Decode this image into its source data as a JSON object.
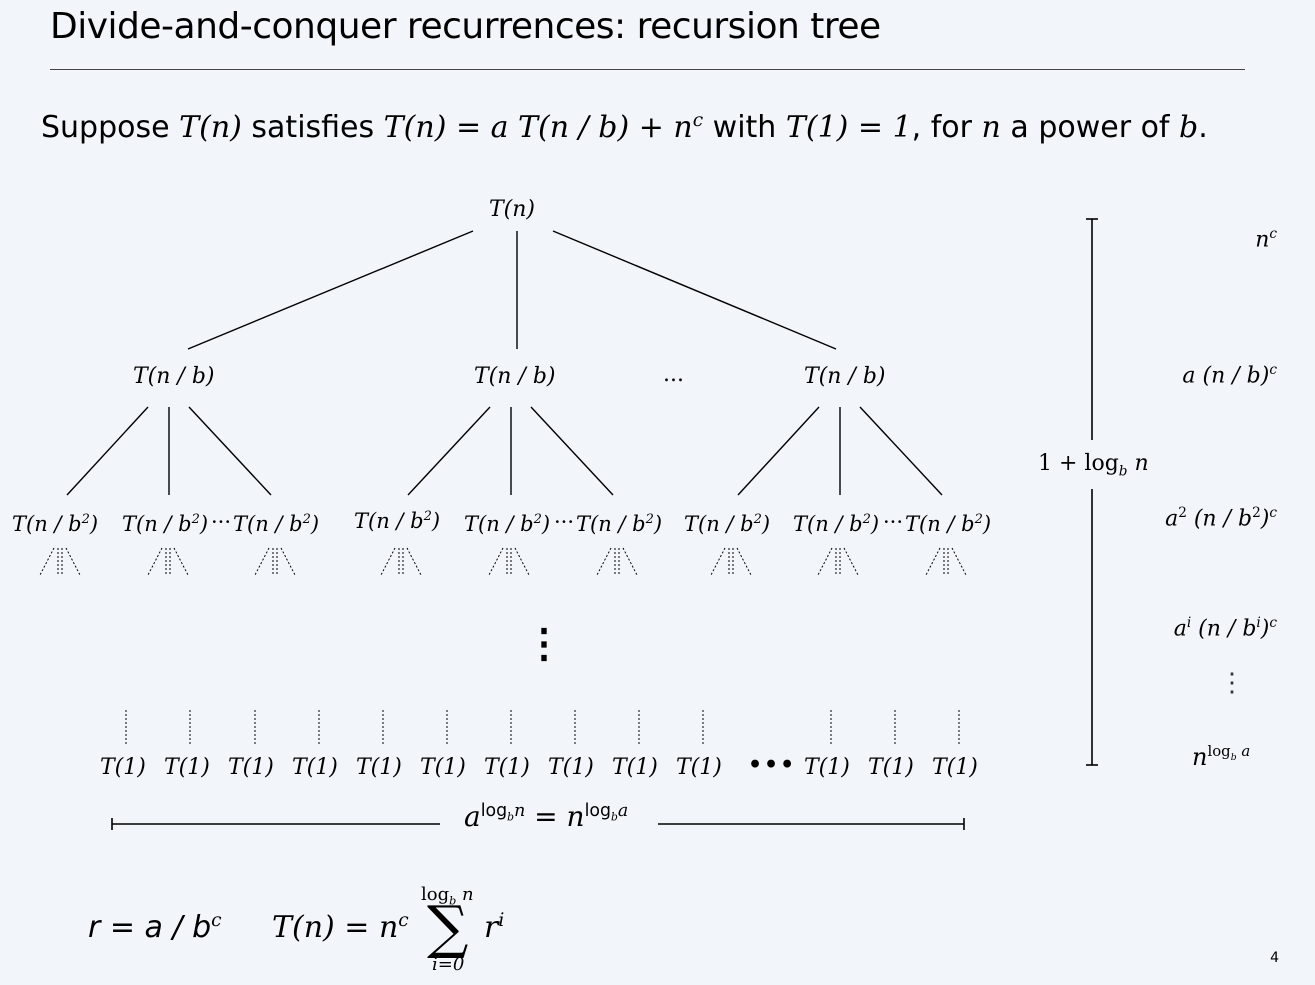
{
  "slide": {
    "title": "Divide-and-conquer recurrences:  recursion tree",
    "page_number": "4"
  },
  "statement": {
    "suppose": "Suppose ",
    "tn": "T(n)",
    "satisfies": " satisfies ",
    "recurrence": "T(n) = a T(n / b) + n",
    "recurrence_exp": "c",
    "with": " with ",
    "base": "T(1) = 1",
    "for": ", for ",
    "n": "n",
    "power": " a power of ",
    "b": "b",
    "period": "."
  },
  "tree": {
    "root": "T(n)",
    "level1_node": "T(n / b)",
    "level1_dots": "...",
    "level2_base": "T(n / b",
    "level2_exp": "2",
    "level2_close": ")",
    "level2_sep": "···",
    "middle_vdots": "⋮",
    "leaf": "T(1)",
    "leaf_dots": "•••"
  },
  "height": {
    "prefix": "1 + log",
    "sub": "b",
    "var": " n"
  },
  "costs": {
    "c0": "n",
    "c0_exp": "c",
    "c1_a": "a (n / b)",
    "c1_exp": "c",
    "c2_a": "a",
    "c2_aexp": "2",
    "c2_mid": " (n / b",
    "c2_bexp": "2",
    "c2_close": ")",
    "c2_exp": "c",
    "ci_a": "a",
    "ci_aexp": "i",
    "ci_mid": " (n / b",
    "ci_bexp": "i",
    "ci_close": ")",
    "ci_exp": "c",
    "vdots": "⋮",
    "leaf_base": "n",
    "leaf_exp_log": "log",
    "leaf_exp_sub": "b",
    "leaf_exp_a": " a"
  },
  "width_label": {
    "a": "a",
    "log1": "log",
    "sub1": "b",
    "n1": "n",
    "eq": " = ",
    "n": "n",
    "log2": "log",
    "sub2": "b",
    "a2": "a"
  },
  "formula": {
    "r_def": "r = a / b",
    "r_exp": "c",
    "lhs": "T(n)  =  n",
    "lhs_exp": "c",
    "sum_top": "log",
    "sum_top_sub": "b",
    "sum_top_n": " n",
    "sum_sign": "∑",
    "sum_bottom": "i=0",
    "term": "r",
    "term_exp": "i"
  }
}
